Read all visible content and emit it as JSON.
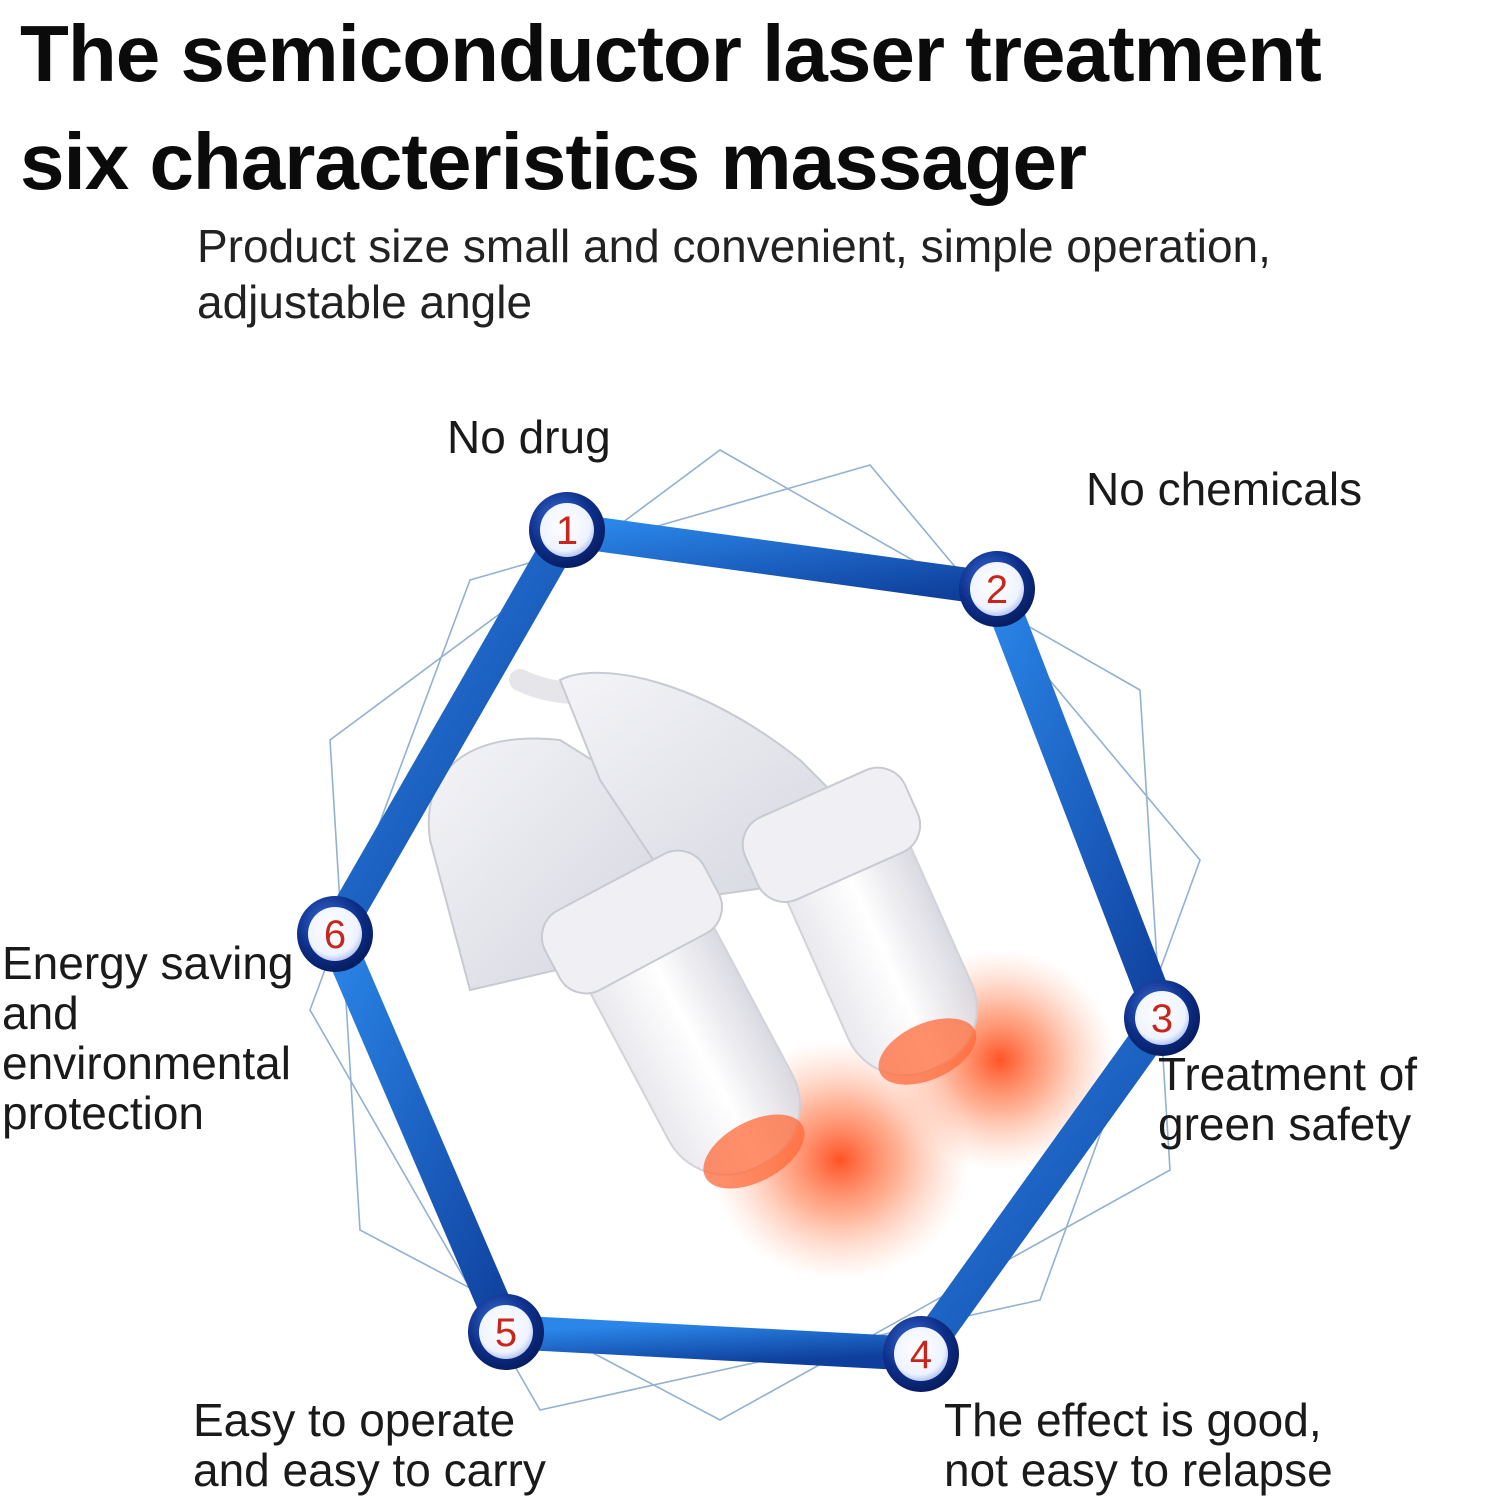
{
  "header": {
    "title_line1": "The semiconductor laser treatment",
    "title_line2": "six characteristics massager",
    "subtitle_line1": "Product size small and convenient, simple operation,",
    "subtitle_line2": "adjustable angle"
  },
  "features": [
    {
      "number": "1",
      "lines": [
        "No drug"
      ]
    },
    {
      "number": "2",
      "lines": [
        "No chemicals"
      ]
    },
    {
      "number": "3",
      "lines": [
        "Treatment of",
        "green safety"
      ]
    },
    {
      "number": "4",
      "lines": [
        "The effect is good,",
        "not easy to relapse"
      ]
    },
    {
      "number": "5",
      "lines": [
        "Easy to operate",
        "and easy to carry"
      ]
    },
    {
      "number": "6",
      "lines": [
        "Energy saving",
        "and",
        "environmental",
        "protection"
      ]
    }
  ],
  "colors": {
    "frame_blue": "#1f72d6",
    "node_dark": "#0d2f8a",
    "number_red": "#c8261c",
    "laser_glow": "#ff6a3a"
  },
  "icons": [
    "laser-massager-device-illustration"
  ]
}
